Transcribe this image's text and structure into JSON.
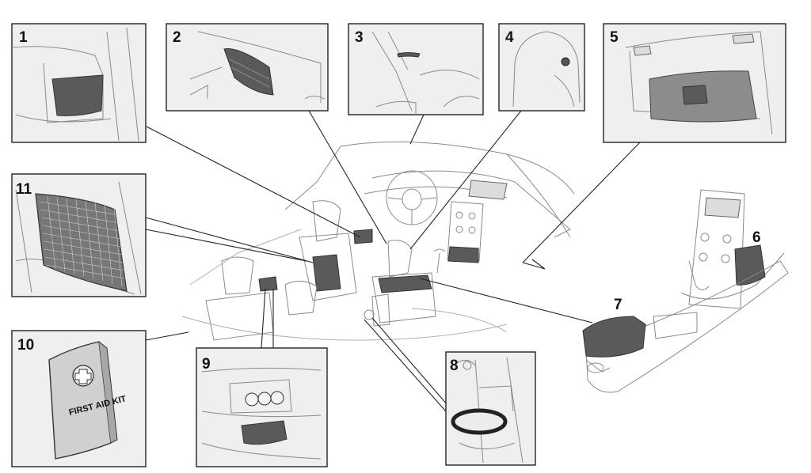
{
  "callouts": [
    {
      "id": "1",
      "label": "1"
    },
    {
      "id": "2",
      "label": "2"
    },
    {
      "id": "3",
      "label": "3"
    },
    {
      "id": "4",
      "label": "4"
    },
    {
      "id": "5",
      "label": "5"
    },
    {
      "id": "6",
      "label": "6"
    },
    {
      "id": "7",
      "label": "7"
    },
    {
      "id": "8",
      "label": "8"
    },
    {
      "id": "9",
      "label": "9"
    },
    {
      "id": "10",
      "label": "10"
    },
    {
      "id": "11",
      "label": "11"
    }
  ],
  "first_aid_kit": {
    "text": "FIRST AID KIT"
  },
  "colors": {
    "panel_bg": "#efefef",
    "frame": "#222222",
    "line_art": "#8a8a8a",
    "fill_dark": "#5a5a5a"
  }
}
